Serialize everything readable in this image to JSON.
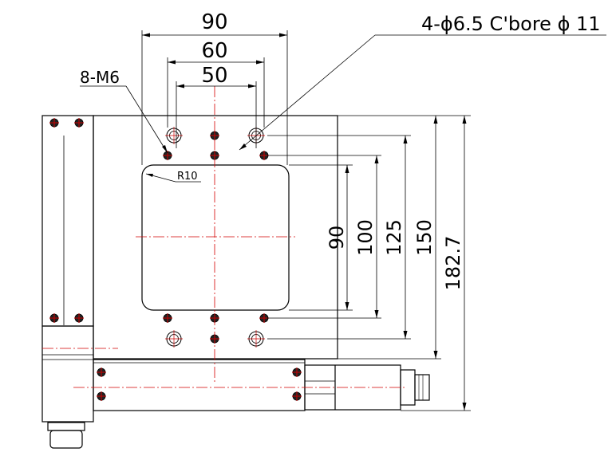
{
  "drawing": {
    "notes": {
      "bore_callout": "4-ϕ6.5 C'bore ϕ 11",
      "tap_callout": "8-M6",
      "radius_callout": "R10"
    },
    "dimensions": {
      "top_90": "90",
      "top_60": "60",
      "top_50": "50",
      "right_90": "90",
      "right_100": "100",
      "right_125": "125",
      "right_150": "150",
      "right_182_7": "182.7"
    },
    "colors": {
      "line": "#000000",
      "centerline": "#d40000",
      "hole": "#cc0000"
    }
  }
}
